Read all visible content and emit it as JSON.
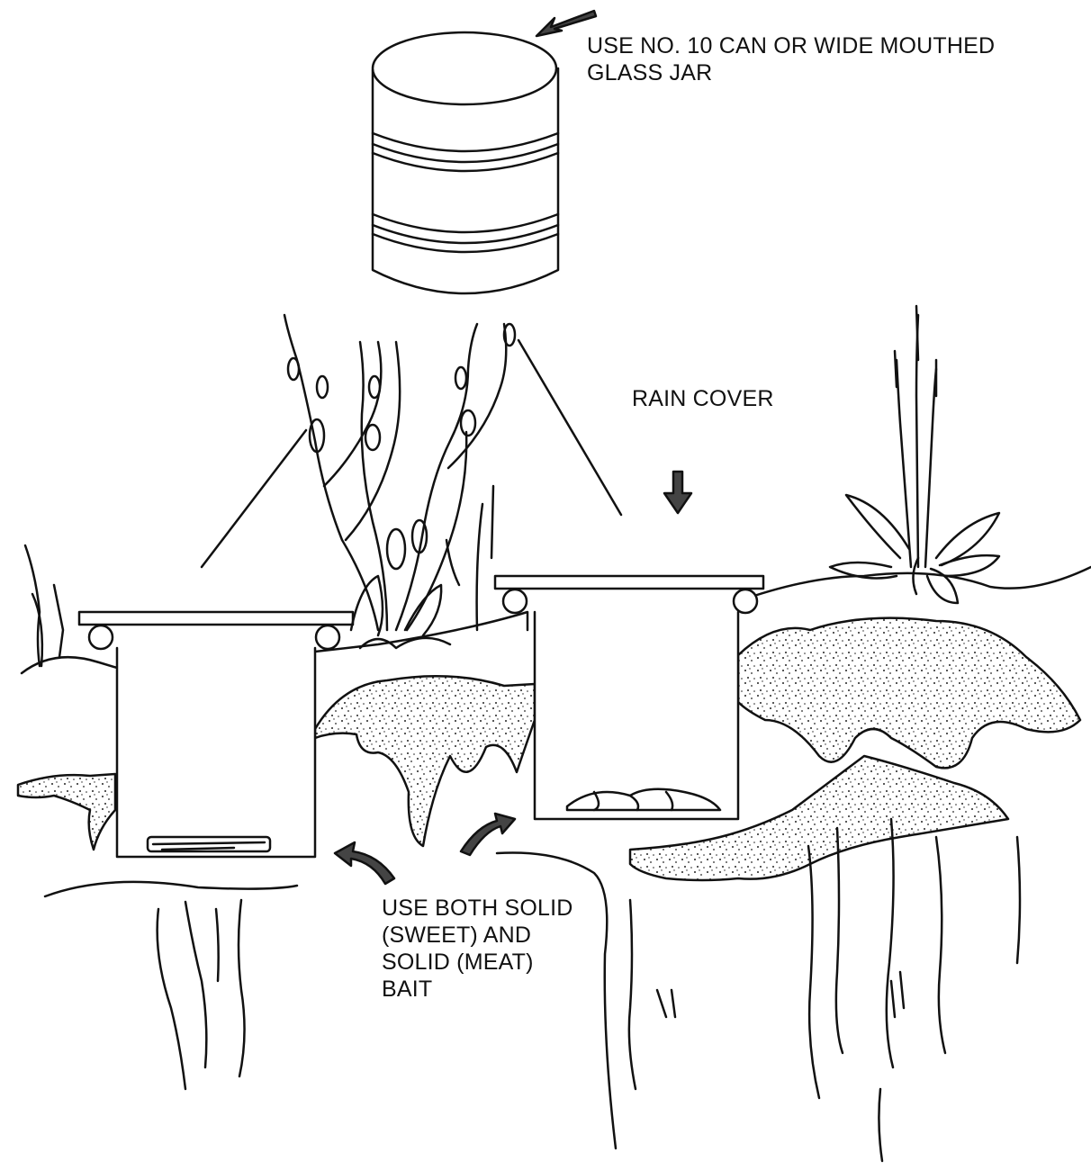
{
  "labels": {
    "container": "USE NO. 10 CAN OR WIDE MOUTHED\nGLASS JAR",
    "rain_cover": "RAIN COVER",
    "bait": "USE BOTH SOLID\n(SWEET) AND\nSOLID (MEAT)\nBAIT"
  },
  "icons": [
    "arrow-icon",
    "can-icon",
    "plant-icon",
    "soil-icon",
    "bait-icon"
  ],
  "colors": {
    "ink": "#111111",
    "background": "#ffffff"
  }
}
